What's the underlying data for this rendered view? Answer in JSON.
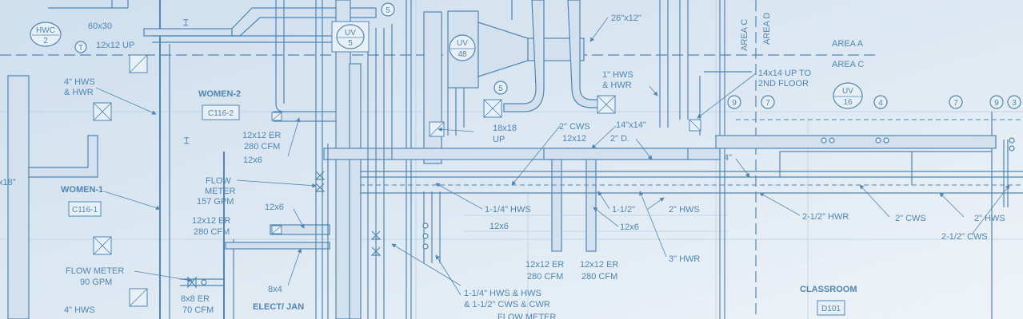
{
  "equipment": {
    "hwc": {
      "title": "HWC",
      "num": "2"
    },
    "uv5": {
      "title": "UV",
      "num": "5"
    },
    "uv48": {
      "title": "UV",
      "num": "48"
    },
    "uv16": {
      "title": "UV",
      "num": "16"
    }
  },
  "rooms": {
    "women2": {
      "name": "WOMEN-2",
      "code": "C116-2"
    },
    "women1": {
      "name": "WOMEN-1",
      "code": "C116-1"
    },
    "elect_jan": {
      "name": "ELECT/ JAN"
    },
    "classroom": {
      "name": "CLASSROOM",
      "code": "D101"
    }
  },
  "areas": {
    "area_a": "AREA A",
    "area_c": "AREA C",
    "area_c_vert": "AREA C",
    "area_d_vert": "AREA D"
  },
  "callouts": {
    "duct_60x30": "60x30",
    "up_12x12": "12x12  UP",
    "t_marker": "T",
    "hws_4_a": "4\" HWS",
    "hwr_a": "& HWR",
    "x18": "x18\"",
    "er_12x12_a": "12x12 ER",
    "cfm_280_a": "280 CFM",
    "d_12x6_a": "12x6",
    "flow_meter_a": "FLOW",
    "meter_a": "METER",
    "gpm_157": "157 GPM",
    "er_12x12_b": "12x12 ER",
    "cfm_280_b": "280 CFM",
    "d_12x6_b": "12x6",
    "flow_meter_90": "FLOW METER",
    "gpm_90": "90 GPM",
    "er_8x8": "8x8 ER",
    "cfm_70": "70 CFM",
    "d_8x4": "8x4",
    "hws_4_b": "4\" HWS",
    "hws_1_a": "1\" HWS",
    "hwr_1_a": "& HWR",
    "duct_26x12": "26\"x12\"",
    "up_18x18": "18x18",
    "up_word": "UP",
    "cws_2_a": "2\" CWS",
    "d_12x12_c": "12x12",
    "duct_14x14": "14\"x14\"",
    "d_2_d": "2\" D.",
    "up_14x14": "14x14 UP TO",
    "floor_2nd": "2ND FLOOR",
    "d_4in": "4\"",
    "hws_114": "1-1/4\" HWS",
    "d_12x6_c": "12x6",
    "d_112": "1-1/2\"",
    "d_12x6_d": "12x6",
    "hws_2_b": "2\" HWS",
    "er_12x12_c": "12x12 ER",
    "cfm_280_c": "280 CFM",
    "er_12x12_d": "12x12 ER",
    "cfm_280_d": "280 CFM",
    "hwr_3": "3\" HWR",
    "hws_114_b": "1-1/4\" HWS & HWS",
    "cws_112": "& 1-1/2\" CWS & CWR",
    "flow_meter_b": "FLOW METER",
    "hwr_212": "2-1/2\" HWR",
    "cws_2_b": "2\" CWS",
    "hws_2_c": "2\" HWS",
    "cws_212": "2-1/2\" CWS"
  },
  "markers": {
    "m5_a": "5",
    "m5_b": "5",
    "m9_a": "9",
    "m7_a": "7",
    "m4": "4",
    "m7_b": "7",
    "m9_b": "9",
    "m3": "3"
  }
}
